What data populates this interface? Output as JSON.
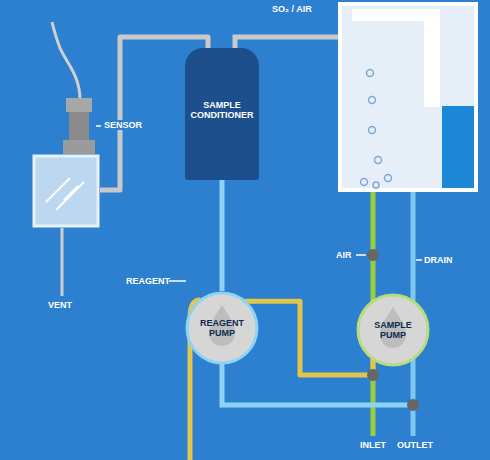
{
  "diagram": {
    "nodes": [
      {
        "text": [
          "SENSOR"
        ]
      },
      {
        "text": [
          "SAMPLE CONDITIONER"
        ]
      },
      {
        "text": [
          "REAGENT PUMP"
        ]
      },
      {
        "text": [
          "SAMPLE PUMP"
        ]
      }
    ],
    "edges": [
      {
        "from": 0,
        "to": 1,
        "arrow": "none"
      },
      {
        "from": 1,
        "to": 2,
        "arrow": "none"
      },
      {
        "from": 2,
        "to": 3,
        "arrow": "none"
      }
    ],
    "labels": [
      "SO₂ / AIR",
      "VENT",
      "REAGENT",
      "AIR",
      "DRAIN",
      "INLET",
      "OUTLET"
    ]
  }
}
